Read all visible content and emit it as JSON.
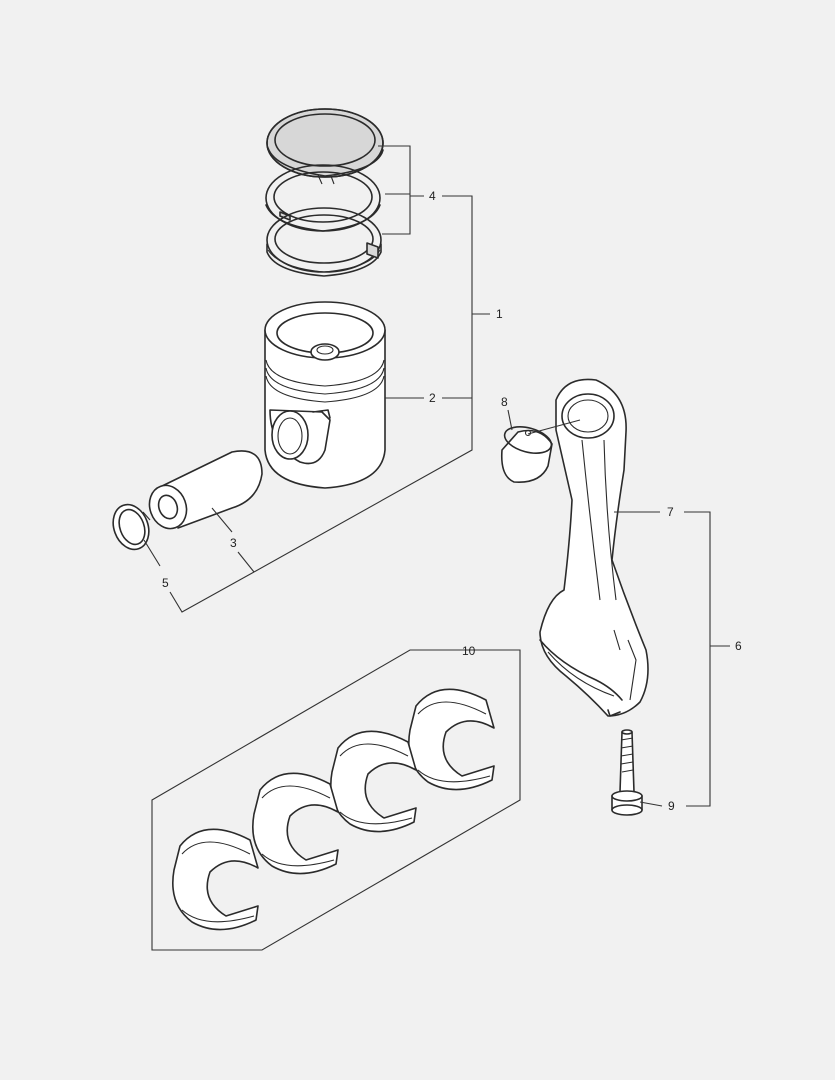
{
  "callouts": {
    "c1": "1",
    "c2": "2",
    "c3": "3",
    "c4": "4",
    "c5": "5",
    "c6": "6",
    "c7": "7",
    "c8": "8",
    "c9": "9",
    "c10": "10"
  },
  "colors": {
    "background": "#f1f1f1",
    "line": "#2b2b2b",
    "part_fill": "#ffffff",
    "shade": "#d7d7d7"
  }
}
